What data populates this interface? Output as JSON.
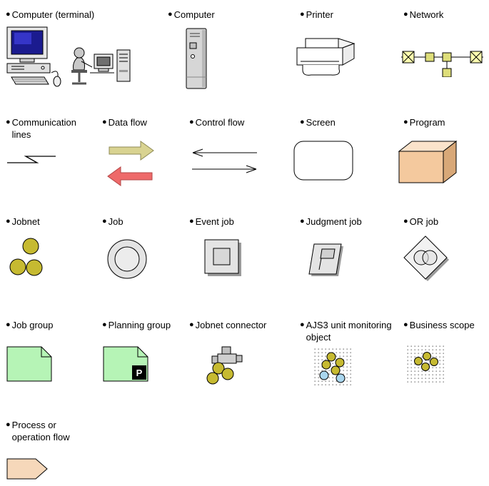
{
  "bullet": "●",
  "planning_group_badge": "P",
  "items": [
    {
      "id": "computer-terminal",
      "label": "Computer (terminal)"
    },
    {
      "id": "computer",
      "label": "Computer"
    },
    {
      "id": "printer",
      "label": "Printer"
    },
    {
      "id": "network",
      "label": "Network"
    },
    {
      "id": "communication-lines",
      "label": "Communication lines"
    },
    {
      "id": "data-flow",
      "label": "Data flow"
    },
    {
      "id": "control-flow",
      "label": "Control flow"
    },
    {
      "id": "screen",
      "label": "Screen"
    },
    {
      "id": "program",
      "label": "Program"
    },
    {
      "id": "jobnet",
      "label": "Jobnet"
    },
    {
      "id": "job",
      "label": "Job"
    },
    {
      "id": "event-job",
      "label": "Event job"
    },
    {
      "id": "judgment-job",
      "label": "Judgment job"
    },
    {
      "id": "or-job",
      "label": "OR job"
    },
    {
      "id": "job-group",
      "label": "Job group"
    },
    {
      "id": "planning-group",
      "label": "Planning group"
    },
    {
      "id": "jobnet-connector",
      "label": "Jobnet connector"
    },
    {
      "id": "ajs3-unit-monitoring-object",
      "label": "AJS3 unit monitoring object"
    },
    {
      "id": "business-scope",
      "label": "Business scope"
    },
    {
      "id": "process-or-operation-flow",
      "label": "Process or operation flow"
    }
  ],
  "colors": {
    "olive_circle": "#c6ba31",
    "data_flow_forward": "#d9d391",
    "data_flow_back": "#ee6a6a",
    "program_front": "#f4c99e",
    "group_green": "#b6f4b6",
    "process_arrow": "#f6d8ba",
    "monitor_screen_blue": "#1b1b8f",
    "monitoring_blue": "#a9d6ee",
    "network_node_yellow": "#dede7a"
  }
}
